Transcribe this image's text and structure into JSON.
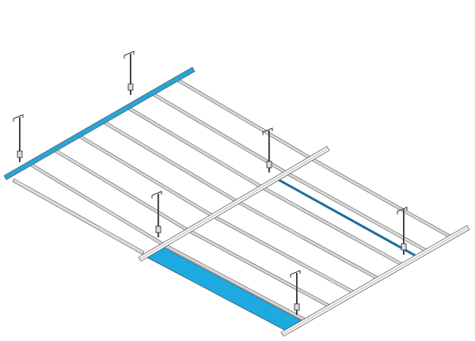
{
  "colors": {
    "highlight_rail": "#1ea8de",
    "highlight_panel": "#1fa9e1",
    "highlight_cross": "#1b6f9a",
    "rail_stroke": "#555555",
    "background": "#ffffff"
  },
  "diagram": {
    "main_rails": 3,
    "cross_rails": 8,
    "hangers": 6
  }
}
